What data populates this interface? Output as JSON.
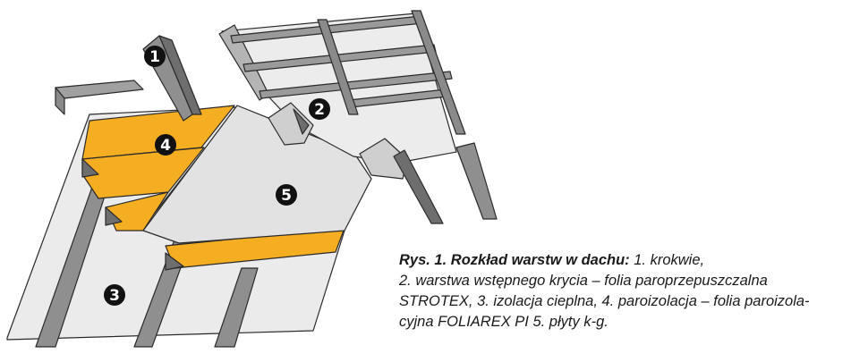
{
  "figure": {
    "markers": [
      "1",
      "2",
      "3",
      "4",
      "5"
    ],
    "colors": {
      "insulation": "#f5ad22",
      "foil": "#e2e2e2",
      "foil_shade": "#cfcfcf",
      "panel": "#ebebeb",
      "rafter": "#8f8f8f",
      "rafter_dark": "#6e6e6e",
      "batten": "#9a9a9a",
      "outline": "#2a2a2a",
      "marker_fill": "#111111"
    }
  },
  "caption": {
    "prefix": "Rys. 1. Rozkład warstw w dachu:",
    "line1_rest": " 1. krokwie,",
    "line2": "2. warstwa wstępnego krycia – folia paroprzepuszczalna",
    "line3": "STROTEX, 3. izolacja cieplna, 4. paroizolacja – folia  paroizola-",
    "line4": "cyjna FOLIAREX PI  5. płyty k-g."
  }
}
